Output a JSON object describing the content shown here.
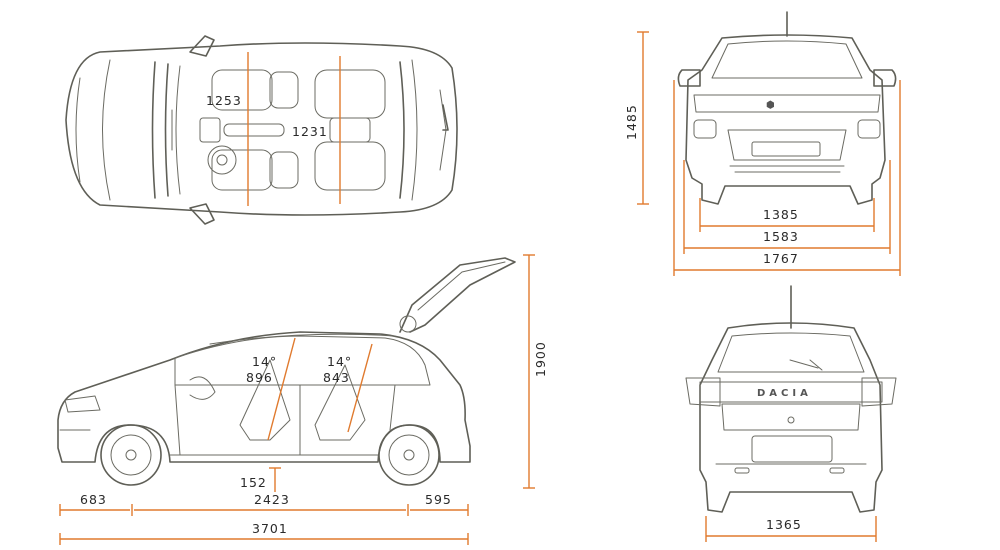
{
  "brand": "DACIA",
  "colors": {
    "outline": "#5f5f57",
    "dimension": "#e07a2e",
    "text": "#2a2a2a"
  },
  "top_view": {
    "front_shoulder_room": "1253",
    "rear_shoulder_room": "1231"
  },
  "side_view": {
    "front_seat_angle": "14°",
    "front_headroom": "896",
    "rear_seat_angle": "14°",
    "rear_headroom": "843",
    "ground_clearance": "152",
    "front_overhang": "683",
    "wheelbase": "2423",
    "rear_overhang": "595",
    "overall_length": "3701",
    "height_tailgate_open": "1900"
  },
  "front_view": {
    "overall_height": "1485",
    "front_track": "1385",
    "body_width": "1583",
    "width_with_mirrors": "1767"
  },
  "rear_view": {
    "rear_track": "1365"
  }
}
